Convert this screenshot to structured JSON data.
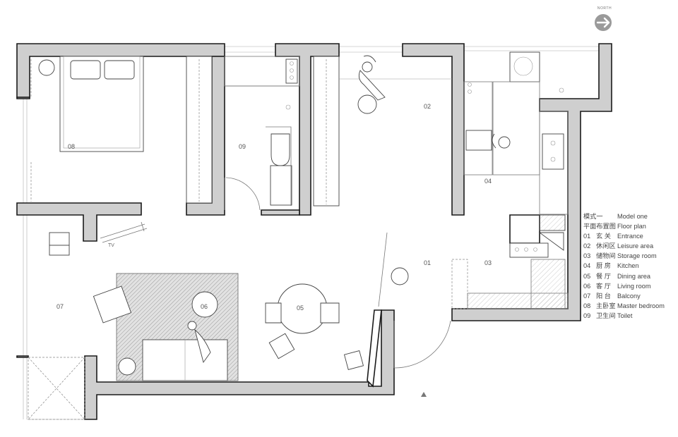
{
  "compass": {
    "label": "NORTH",
    "icon": "north-arrow-icon"
  },
  "rooms": {
    "r01": "01",
    "r02": "02",
    "r03": "03",
    "r04": "04",
    "r05": "05",
    "r06": "06",
    "r07": "07",
    "r08": "08",
    "r09": "09",
    "tv": "TV"
  },
  "legend": {
    "header": [
      {
        "cn": "模式一",
        "en": "Model one"
      },
      {
        "cn": "平面布置图",
        "en": "Floor plan"
      }
    ],
    "items": [
      {
        "num": "01",
        "cn": "玄  关",
        "en": "Entrance"
      },
      {
        "num": "02",
        "cn": "休闲区",
        "en": "Leisure area"
      },
      {
        "num": "03",
        "cn": "储物间",
        "en": "Storage room"
      },
      {
        "num": "04",
        "cn": "厨  房",
        "en": "Kitchen"
      },
      {
        "num": "05",
        "cn": "餐  厅",
        "en": "Dining area"
      },
      {
        "num": "06",
        "cn": "客  厅",
        "en": "Living room"
      },
      {
        "num": "07",
        "cn": "阳  台",
        "en": "Balcony"
      },
      {
        "num": "08",
        "cn": "主卧室",
        "en": "Master bedroom"
      },
      {
        "num": "09",
        "cn": "卫生间",
        "en": "Toilet"
      }
    ]
  },
  "colors": {
    "wall_fill": "#cfcfcf",
    "line": "#1a1a1a",
    "compass": "#9a9a9a"
  }
}
